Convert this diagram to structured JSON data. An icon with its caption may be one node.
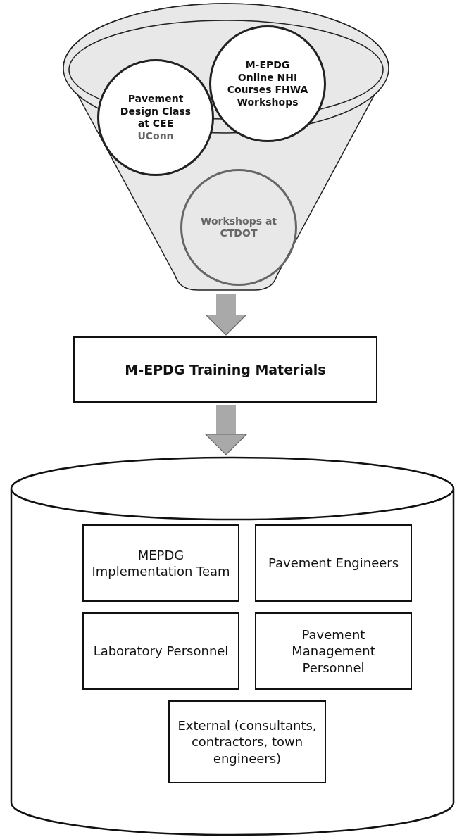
{
  "diagram": {
    "nodes": [
      {
        "text": [],
        "shape": "funnel"
      },
      {
        "text": [
          "Pavement Design Class at CEE",
          "UConn"
        ],
        "in": 0
      },
      {
        "text": [
          "M-EPDG Online NHI Courses FHWA Workshops"
        ],
        "in": 0
      },
      {
        "text": [
          "Workshops at CTDOT"
        ],
        "in": 0
      },
      {
        "text": [
          "M-EPDG Training Materials"
        ]
      },
      {
        "text": [],
        "shape": "cylinder"
      },
      {
        "text": [
          "MEPDG Implementation Team"
        ],
        "in": 5
      },
      {
        "text": [
          "Pavement Engineers"
        ],
        "in": 5
      },
      {
        "text": [
          "Laboratory Personnel"
        ],
        "in": 5
      },
      {
        "text": [
          "Pavement Management Personnel"
        ],
        "in": 5
      },
      {
        "text": [
          "External (consultants, contractors, town engineers)"
        ],
        "in": 5
      }
    ],
    "edges": [
      {
        "from": 0,
        "to": 4,
        "arrow": "to"
      },
      {
        "from": 4,
        "to": 5,
        "arrow": "to"
      }
    ]
  }
}
